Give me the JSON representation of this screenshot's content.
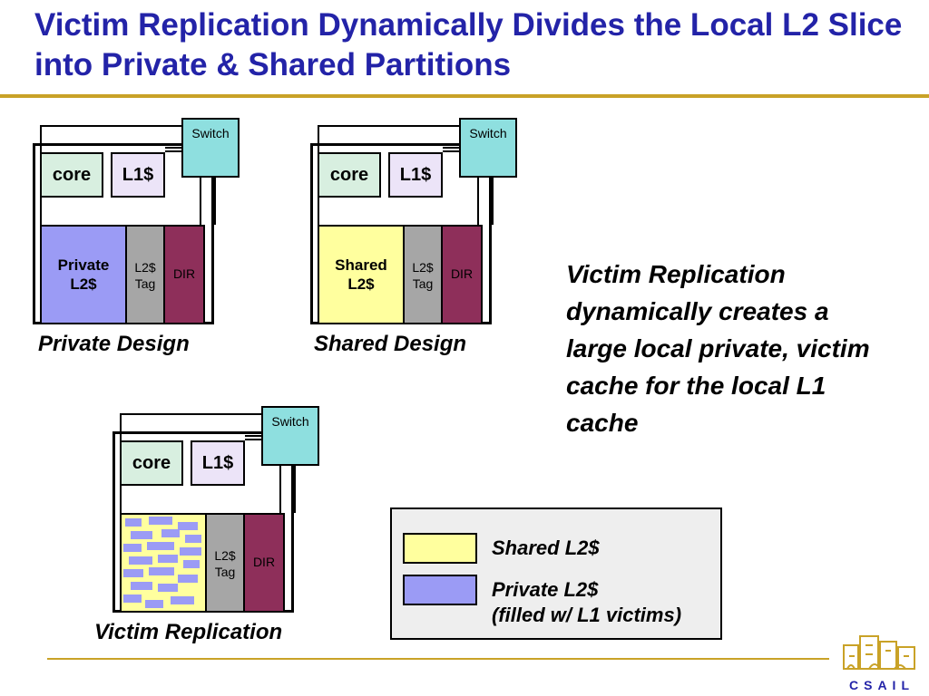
{
  "title": "Victim Replication Dynamically Divides the Local L2 Slice into Private & Shared Partitions",
  "colors": {
    "title": "#2323a8",
    "rule": "#c9a227",
    "core": "#d8efe0",
    "l1": "#ece4f8",
    "private_l2": "#9b9bf5",
    "shared_l2": "#ffff9e",
    "tag": "#a6a6a6",
    "dir": "#8e2f5a",
    "switch": "#8edfdf"
  },
  "tiles": [
    {
      "caption": "Private Design",
      "switch": "Switch",
      "core": "core",
      "l1": "L1$",
      "l2_label": "Private\nL2$",
      "tag": "L2$\nTag",
      "dir": "DIR"
    },
    {
      "caption": "Shared Design",
      "switch": "Switch",
      "core": "core",
      "l1": "L1$",
      "l2_label": "Shared\nL2$",
      "tag": "L2$\nTag",
      "dir": "DIR"
    },
    {
      "caption": "Victim Replication",
      "switch": "Switch",
      "core": "core",
      "l1": "L1$",
      "tag": "L2$\nTag",
      "dir": "DIR"
    }
  ],
  "side_text": "Victim Replication dynamically creates a large local private, victim cache for the local L1 cache",
  "legend": {
    "shared": "Shared L2$",
    "private": "Private L2$",
    "private_note": "(filled w/ L1 victims)"
  },
  "logo_text": "CSAIL"
}
